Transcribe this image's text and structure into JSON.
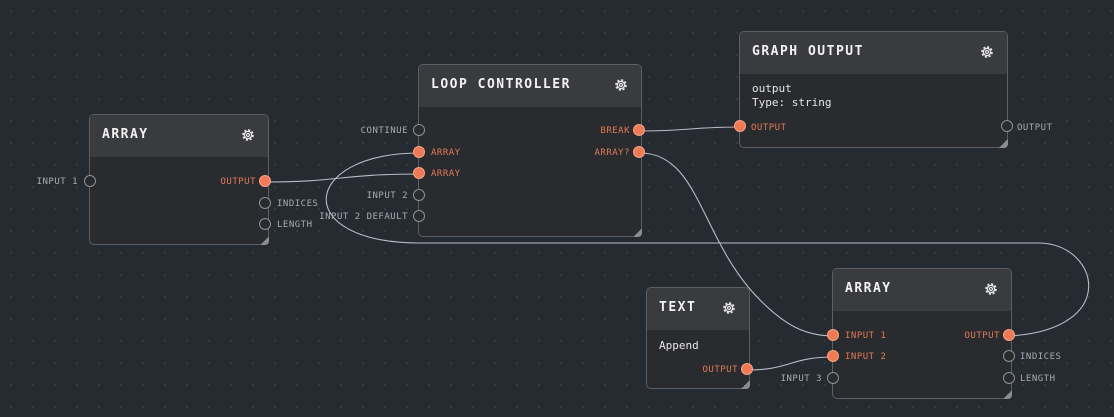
{
  "canvas": {
    "accent_color": "#f07a55",
    "background_color": "#262a31"
  },
  "nodes": {
    "array_left": {
      "title": "ARRAY",
      "inputs": [
        "INPUT 1"
      ],
      "outputs": [
        "OUTPUT",
        "INDICES",
        "LENGTH"
      ]
    },
    "loop_controller": {
      "title": "LOOP CONTROLLER",
      "inputs": [
        "CONTINUE",
        "ARRAY",
        "ARRAY",
        "INPUT 2",
        "INPUT 2 DEFAULT"
      ],
      "outputs": [
        "BREAK",
        "ARRAY?"
      ]
    },
    "graph_output": {
      "title": "GRAPH OUTPUT",
      "value": "output",
      "type_line": "Type: string",
      "inputs": [
        "OUTPUT"
      ],
      "outputs": [
        "OUTPUT"
      ]
    },
    "text": {
      "title": "TEXT",
      "value": "Append",
      "outputs": [
        "OUTPUT"
      ]
    },
    "array_right": {
      "title": "ARRAY",
      "inputs": [
        "INPUT 1",
        "INPUT 2",
        "INPUT 3"
      ],
      "outputs": [
        "OUTPUT",
        "INDICES",
        "LENGTH"
      ]
    }
  },
  "icons": {
    "settings": "gear-icon",
    "resize": "resize-handle"
  }
}
